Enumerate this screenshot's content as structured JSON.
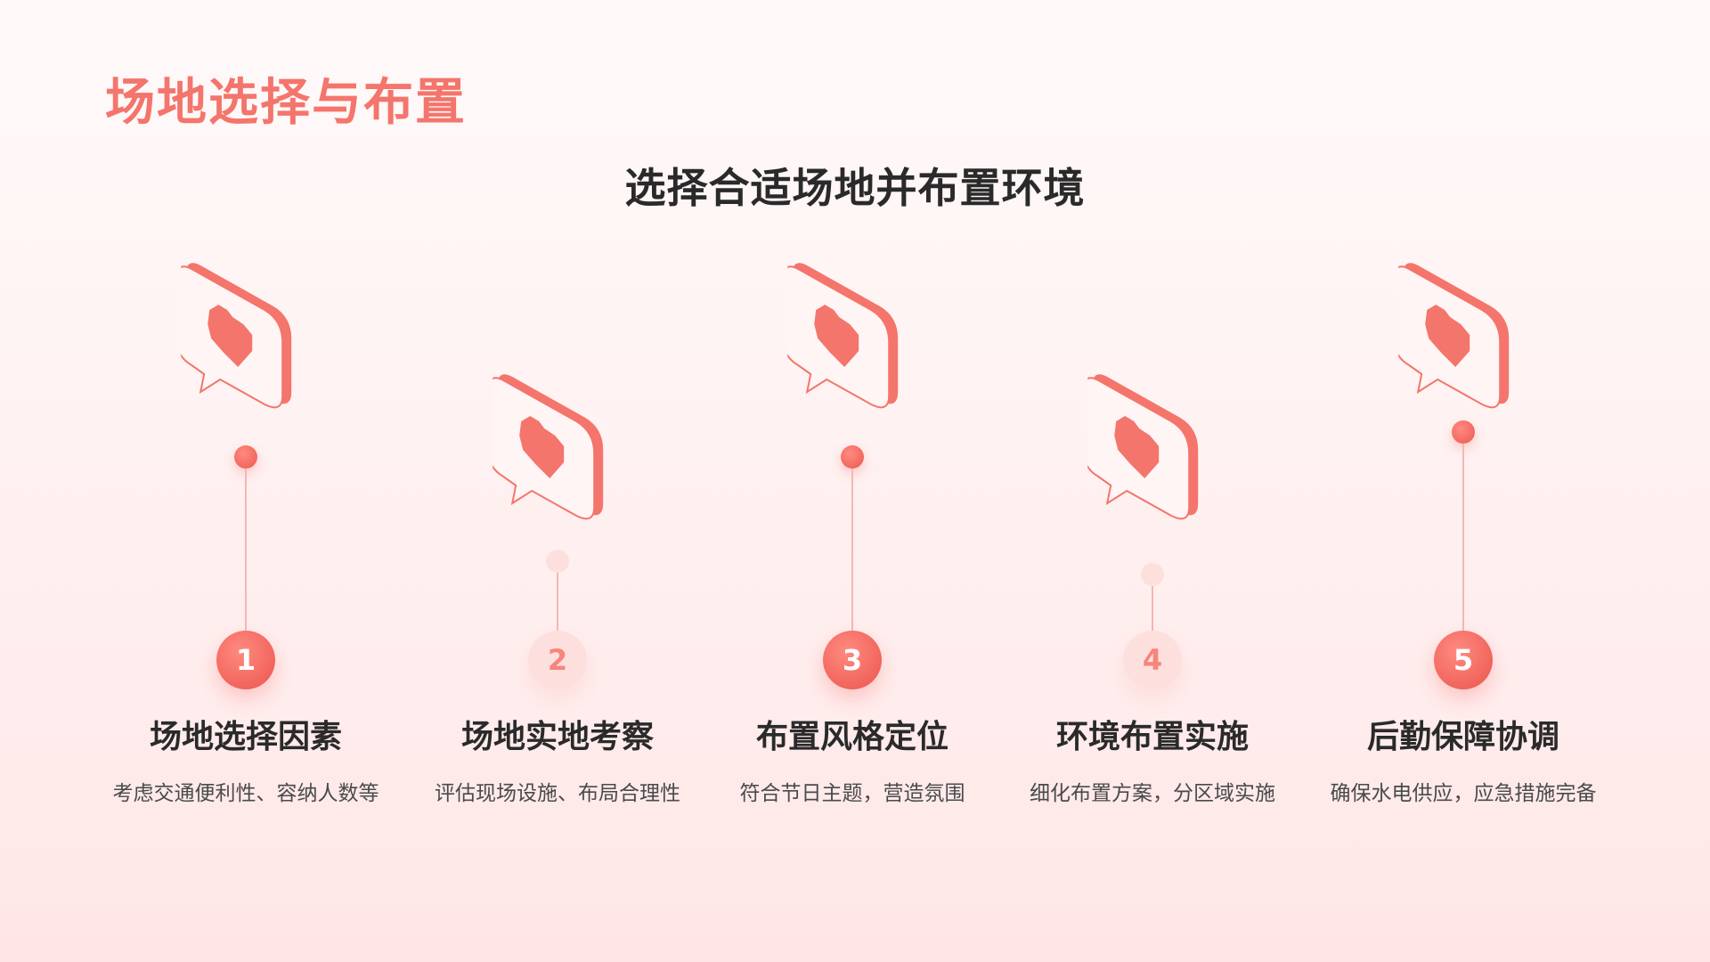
{
  "page_title": "场地选择与布置",
  "subtitle": "选择合适场地并布置环境",
  "colors": {
    "accent": "#f4756c",
    "accent_dark": "#f0625a",
    "soft": "#fde0dd",
    "text": "#2a2a2a"
  },
  "steps": [
    {
      "number": "1",
      "title": "场地选择因素",
      "desc": "考虑交通便利性、容纳人数等",
      "icon": "heart-chat-bubble-icon"
    },
    {
      "number": "2",
      "title": "场地实地考察",
      "desc": "评估现场设施、布局合理性",
      "icon": "heart-chat-bubble-icon"
    },
    {
      "number": "3",
      "title": "布置风格定位",
      "desc": "符合节日主题，营造氛围",
      "icon": "heart-chat-bubble-icon"
    },
    {
      "number": "4",
      "title": "环境布置实施",
      "desc": "细化布置方案，分区域实施",
      "icon": "heart-chat-bubble-icon"
    },
    {
      "number": "5",
      "title": "后勤保障协调",
      "desc": "确保水电供应，应急措施完备",
      "icon": "heart-chat-bubble-icon"
    }
  ]
}
